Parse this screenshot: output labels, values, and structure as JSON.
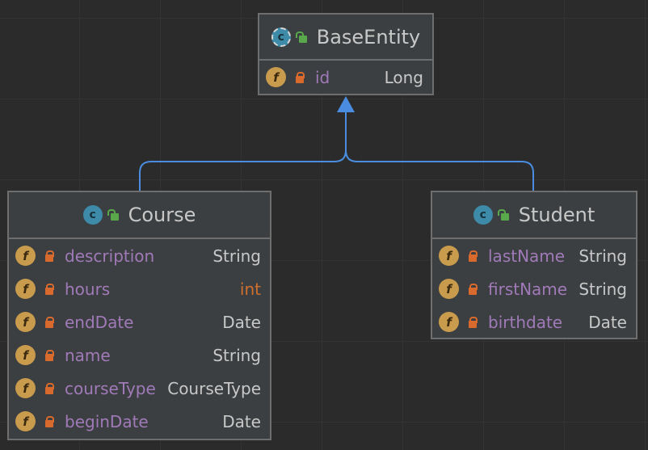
{
  "colors": {
    "background": "#2b2b2b",
    "node_fill": "#3c3f41",
    "node_border": "#6e6e6e",
    "edge": "#4a8de0",
    "field_name": "#a07ab8",
    "type_text": "#c8c8c8",
    "primitive_type": "#d0702e",
    "class_icon": "#3d8ba8",
    "field_icon": "#c99b4d",
    "private_lock": "#d96a2e",
    "public_lock": "#59a84b"
  },
  "nodes": {
    "base": {
      "name": "BaseEntity",
      "icon": "abstract-class-icon",
      "fields": [
        {
          "name": "id",
          "type": "Long"
        }
      ]
    },
    "course": {
      "name": "Course",
      "icon": "class-icon",
      "fields": [
        {
          "name": "description",
          "type": "String"
        },
        {
          "name": "hours",
          "type": "int"
        },
        {
          "name": "endDate",
          "type": "Date"
        },
        {
          "name": "name",
          "type": "String"
        },
        {
          "name": "courseType",
          "type": "CourseType"
        },
        {
          "name": "beginDate",
          "type": "Date"
        }
      ]
    },
    "student": {
      "name": "Student",
      "icon": "class-icon",
      "fields": [
        {
          "name": "lastName",
          "type": "String"
        },
        {
          "name": "firstName",
          "type": "String"
        },
        {
          "name": "birthdate",
          "type": "Date"
        }
      ]
    }
  },
  "icons": {
    "class_letter": "c",
    "field_letter": "f"
  },
  "edges": [
    {
      "from": "Course",
      "to": "BaseEntity",
      "kind": "inheritance"
    },
    {
      "from": "Student",
      "to": "BaseEntity",
      "kind": "inheritance"
    }
  ]
}
